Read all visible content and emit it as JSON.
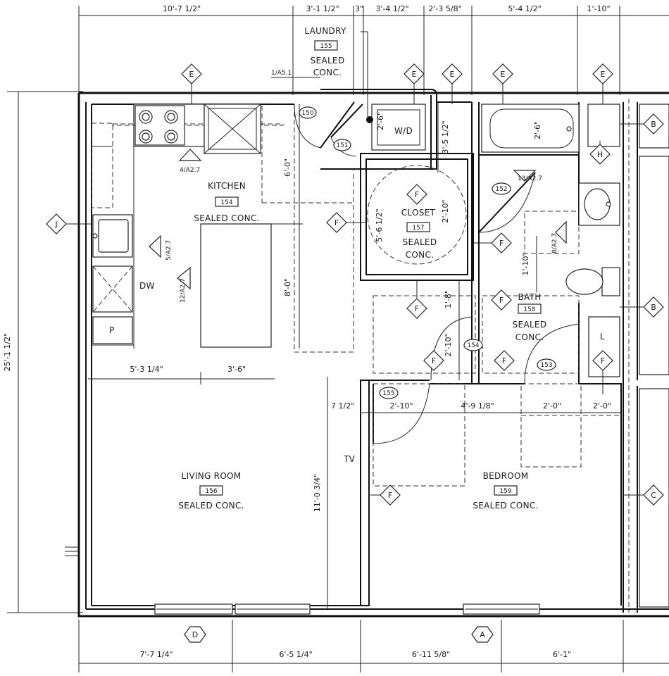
{
  "colors": {
    "line": "#111111",
    "paper": "#ffffff"
  },
  "dims_top": [
    "10'-7 1/2\"",
    "3'-1 1/2\"",
    "3\"",
    "3'-4 1/2\"",
    "2'-3 5/8\"",
    "5'-4 1/2\"",
    "1'-10\""
  ],
  "dims_bottom": [
    "7'-7 1/4\"",
    "6'-5 1/4\"",
    "6'-11 5/8\"",
    "6'-1\""
  ],
  "dim_left": "25'-1 1/2\"",
  "dims_interior": {
    "kitchen_v1": "6'-0\"",
    "kitchen_v2": "8'-0\"",
    "kitchen_h1": "5'-3 1/4\"",
    "kitchen_h2": "3'-6\"",
    "living_v": "11'-0 3/4\"",
    "wd_v": "2'-6\"",
    "closet_v1": "3'-5 1/2\"",
    "closet_v2": "2'-10\"",
    "closet_v3": "5'-6 1/2\"",
    "hall_v1": "1'-8\"",
    "hall_v2": "2'-10\"",
    "tub_v": "2'-6\"",
    "bath_v": "1'-10\"",
    "bed_h0": "7 1/2\"",
    "bed_h1": "2'-10\"",
    "bed_h2": "4'-9 1/8\"",
    "bed_h3": "2'-0\"",
    "bed_h4": "2'-0\""
  },
  "rooms": [
    {
      "name": "LAUNDRY",
      "number": "155",
      "finish1": "SEALED",
      "finish2": "CONC."
    },
    {
      "name": "KITCHEN",
      "number": "154",
      "finish": "SEALED CONC."
    },
    {
      "name": "CLOSET",
      "number": "157",
      "finish1": "SEALED",
      "finish2": "CONC."
    },
    {
      "name": "BATH",
      "number": "158",
      "finish1": "SEALED",
      "finish2": "CONC."
    },
    {
      "name": "LIVING ROOM",
      "number": "156",
      "finish": "SEALED CONC."
    },
    {
      "name": "BEDROOM",
      "number": "159",
      "finish": "SEALED CONC."
    }
  ],
  "fixture_labels": {
    "wd": "W/D",
    "dw": "DW",
    "pantry": "P",
    "linen": "L",
    "tv": "TV"
  },
  "section_refs": [
    "1/A5.1",
    "4/A2.7",
    "5/A2.7",
    "12/A2.7",
    "8/A2.7",
    "13/A2.7"
  ],
  "door_tags": [
    "150",
    "151",
    "152",
    "154",
    "153",
    "155"
  ],
  "elevation_tags": [
    "E",
    "E",
    "E",
    "E",
    "E",
    "F",
    "F",
    "F",
    "F",
    "F",
    "F",
    "F",
    "F",
    "F",
    "J",
    "H",
    "B",
    "B",
    "C"
  ],
  "grid_tags": [
    "D",
    "A"
  ]
}
